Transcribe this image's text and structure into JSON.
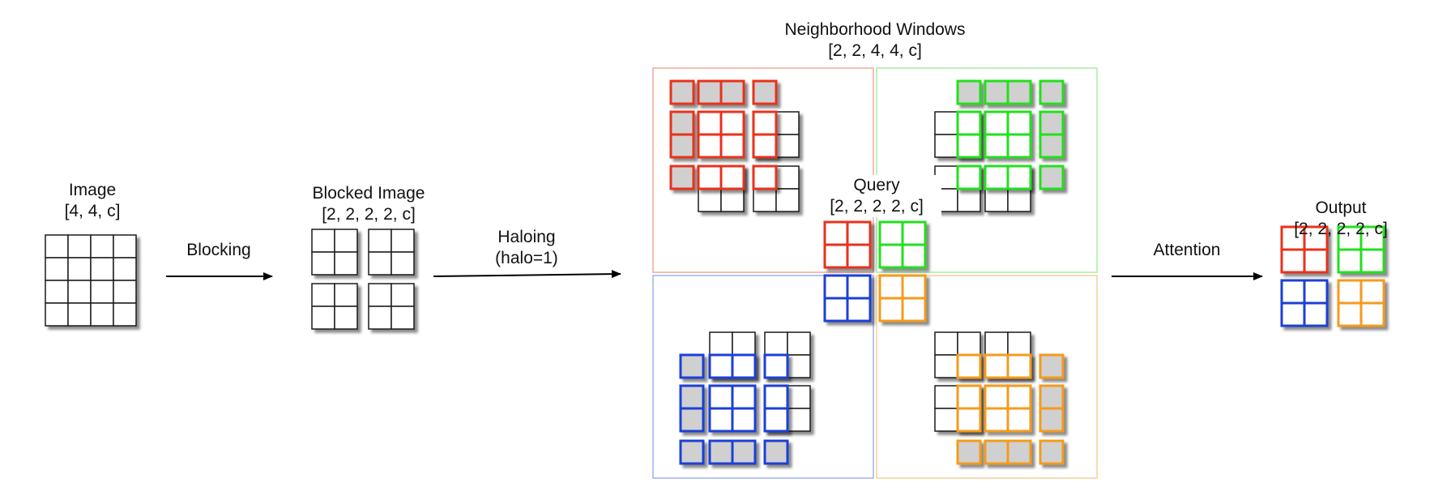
{
  "labels": {
    "image": {
      "title": "Image",
      "shape": "[4, 4, c]"
    },
    "blocking": "Blocking",
    "blocked_image": {
      "title": "Blocked Image",
      "shape": "[2, 2, 2, 2, c]"
    },
    "haloing": {
      "title": "Haloing",
      "param": "(halo=1)"
    },
    "neighborhood": {
      "title": "Neighborhood Windows",
      "shape": "[2, 2, 4, 4, c]"
    },
    "query": {
      "title": "Query",
      "shape": "[2, 2, 2, 2, c]"
    },
    "attention": "Attention",
    "output": {
      "title": "Output",
      "shape": "[2, 2, 2, 2, c]"
    }
  },
  "colors": {
    "red": "#e8301e",
    "green": "#22e01e",
    "blue": "#1a3fd6",
    "orange": "#f49b1a",
    "grey_fill": "#d0d0d0",
    "black": "#1a1a1a",
    "red_frame": "#f2a89a",
    "green_frame": "#a8eca6",
    "blue_frame": "#9fb2ee",
    "orange_frame": "#f6cf99"
  },
  "halo": 1
}
